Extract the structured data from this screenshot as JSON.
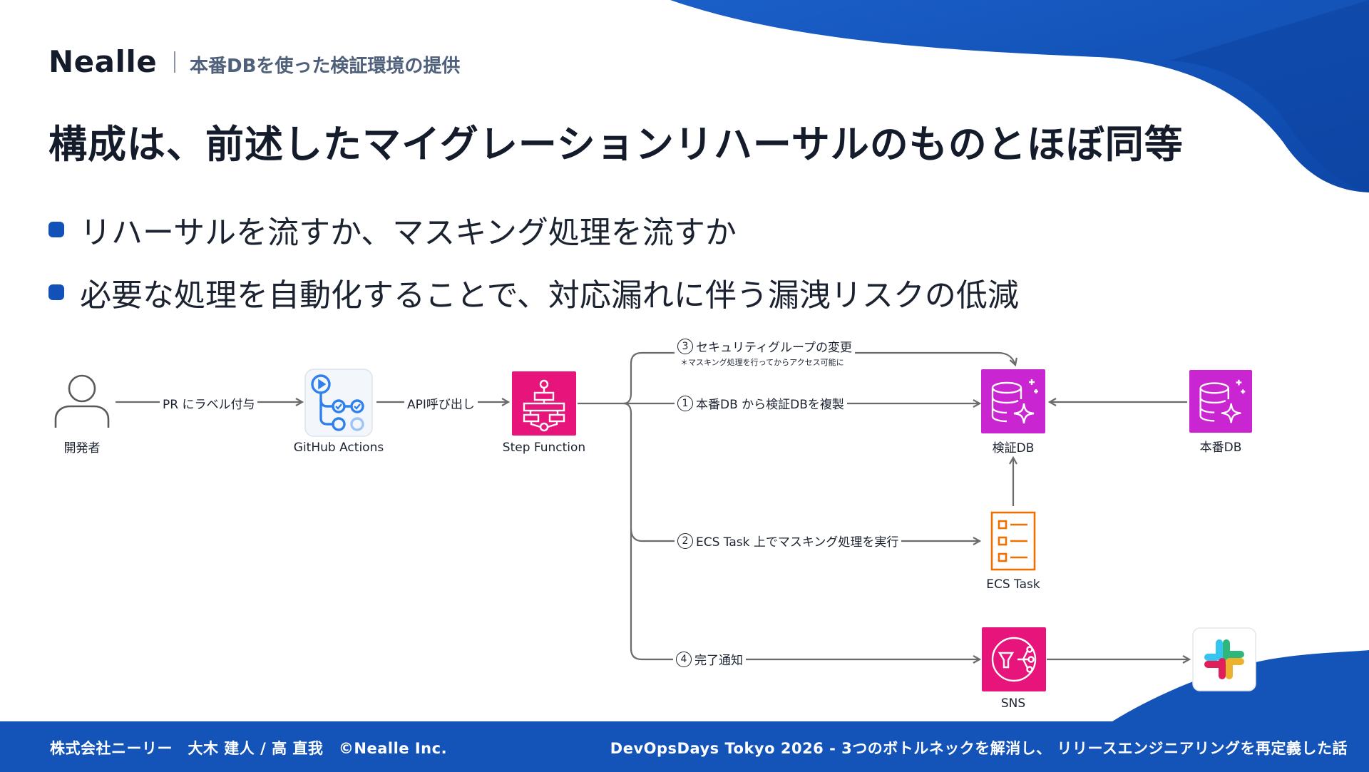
{
  "header": {
    "logo": "Nealle",
    "subtitle": "本番DBを使った検証環境の提供"
  },
  "title": "構成は、前述したマイグレーションリハーサルのものとほぼ同等",
  "bullets": [
    "リハーサルを流すか、マスキング処理を流すか",
    "必要な処理を自動化することで、対応漏れに伴う漏洩リスクの低減"
  ],
  "diagram": {
    "nodes": {
      "developer": {
        "label": "開発者",
        "icon": "user-icon"
      },
      "github_actions": {
        "label": "GitHub Actions",
        "icon": "github-actions-icon"
      },
      "step_function": {
        "label": "Step Function",
        "icon": "step-functions-icon"
      },
      "verify_db": {
        "label": "検証DB",
        "icon": "database-icon"
      },
      "prod_db": {
        "label": "本番DB",
        "icon": "database-icon"
      },
      "ecs_task": {
        "label": "ECS Task",
        "icon": "ecs-task-icon"
      },
      "sns": {
        "label": "SNS",
        "icon": "sns-icon"
      },
      "slack": {
        "label": "",
        "icon": "slack-icon"
      }
    },
    "edges": {
      "pr_label": "PR にラベル付与",
      "api_call": "API呼び出し",
      "step1_num": "1",
      "step1": "本番DB から検証DBを複製",
      "step2_num": "2",
      "step2": "ECS Task 上でマスキング処理を実行",
      "step3_num": "3",
      "step3": "セキュリティグループの変更",
      "step3_note": "＊マスキング処理を行ってからアクセス可能に",
      "step4_num": "4",
      "step4": "完了通知"
    },
    "colors": {
      "step_function": "#e7157b",
      "database": "#c925d1",
      "ecs": "#ed7100",
      "sns": "#e7157b",
      "arrow": "#6b6b6b"
    }
  },
  "footer": {
    "left": "株式会社ニーリー　大木 建人 / 高 直我　©Nealle Inc.",
    "right": "DevOpsDays Tokyo 2026 -  3つのボトルネックを解消し、 リリースエンジニアリングを再定義した話"
  },
  "theme": {
    "accent": "#1453b8"
  }
}
